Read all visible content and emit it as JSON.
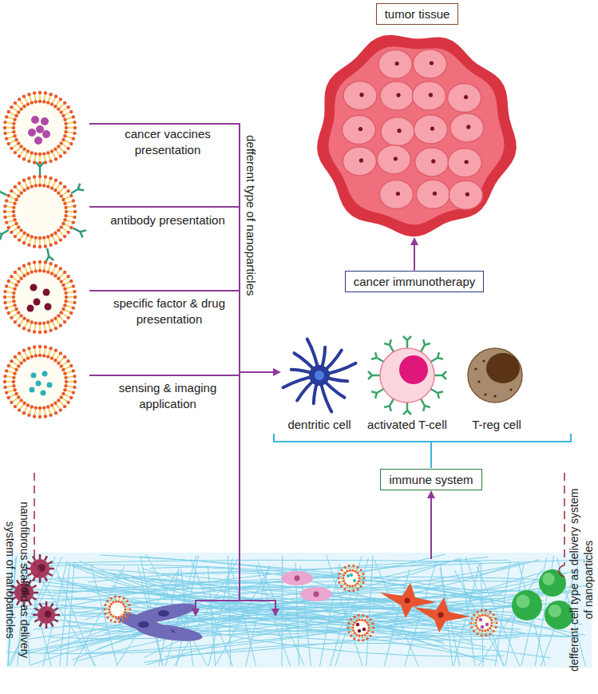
{
  "diagram": {
    "nodes": [
      {
        "text": [
          "tumor tissue"
        ]
      },
      {
        "text": [
          "cancer immunotherapy"
        ]
      },
      {
        "text": [
          "immune system"
        ]
      }
    ],
    "edges": [
      {
        "from": 1,
        "to": 0,
        "arrow": "to"
      }
    ],
    "labels": [
      "cancer vaccines presentation",
      "antibody presentation",
      "specific factor & drug presentation",
      "sensing & imaging application",
      "defferent type of nanoparticles",
      "dentritic cell",
      "activated T-cell",
      "T-reg cell",
      "nanofibrous scaffold as delivery system of nanoparticles",
      "defferent cell type as delivery system of nanoparticles"
    ]
  }
}
